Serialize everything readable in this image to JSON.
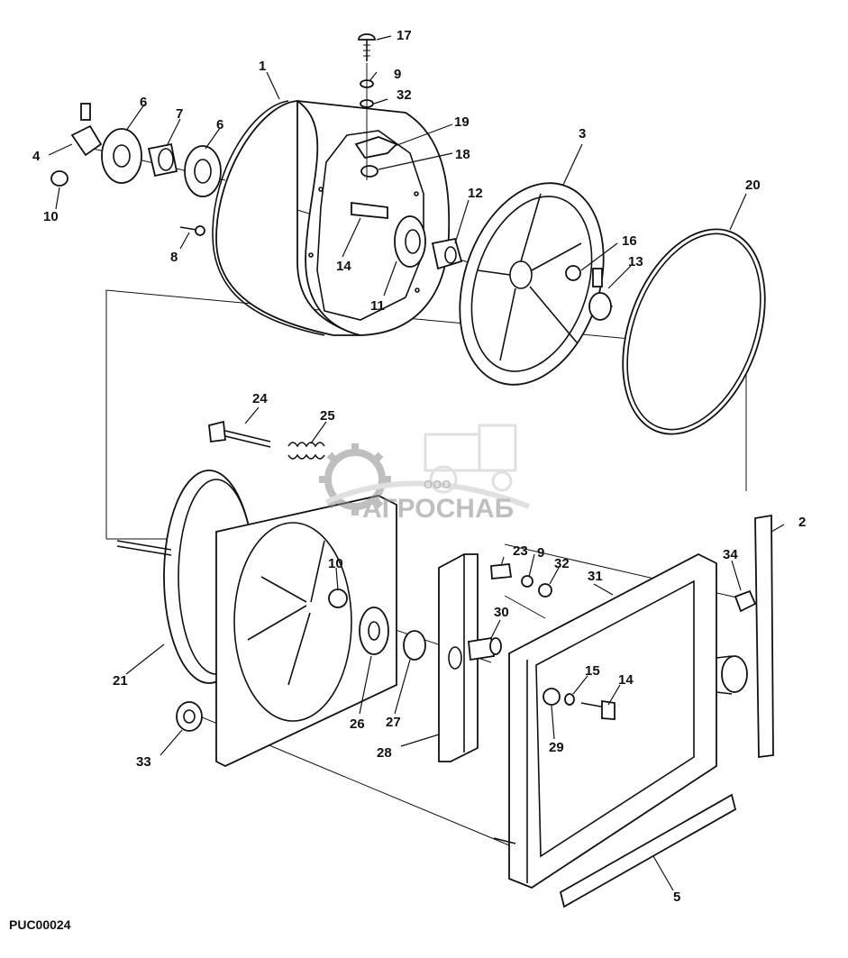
{
  "diagram": {
    "code": "PUC00024",
    "callouts": [
      "1",
      "2",
      "3",
      "4",
      "5",
      "6",
      "6",
      "7",
      "8",
      "9",
      "9",
      "10",
      "10",
      "11",
      "12",
      "13",
      "14",
      "14",
      "15",
      "16",
      "17",
      "18",
      "19",
      "20",
      "21",
      "23",
      "24",
      "25",
      "26",
      "27",
      "28",
      "29",
      "30",
      "31",
      "32",
      "32",
      "33",
      "34"
    ]
  },
  "watermark": {
    "company_prefix": "ООО",
    "company_name": "АГРОСНАБ",
    "colors": {
      "gray": "#8c8c8c",
      "light": "#c8c8c8"
    }
  },
  "colors": {
    "line": "#111111",
    "background": "#ffffff"
  }
}
